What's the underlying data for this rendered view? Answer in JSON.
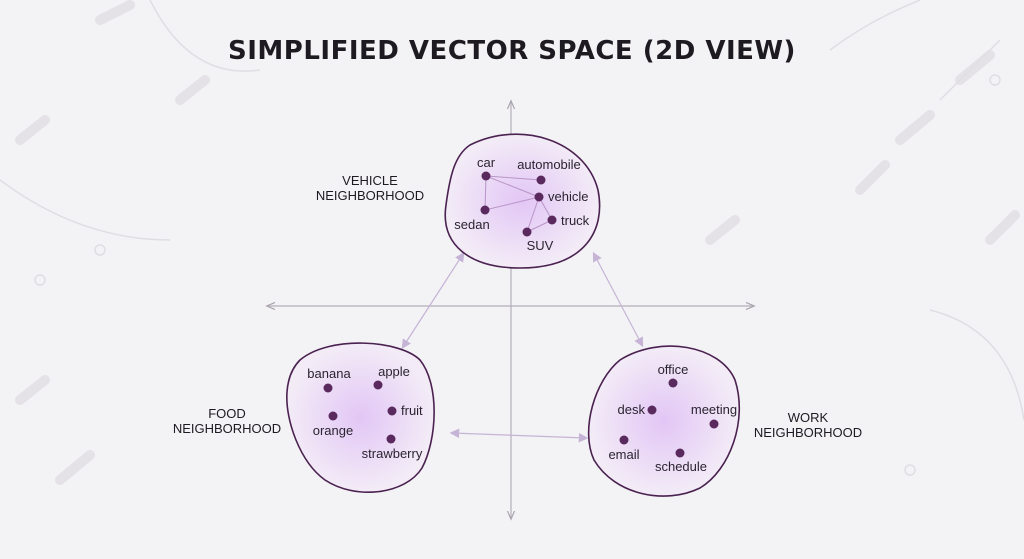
{
  "title": "SIMPLIFIED VECTOR SPACE (2D VIEW)",
  "colors": {
    "dot": "#5a2a5e",
    "outline": "#4a2150",
    "glow": "#d9b8f0",
    "axis": "#b5b0ba",
    "arrow": "#c6b4d6"
  },
  "neighborhoods": {
    "vehicle": {
      "label_line1": "VEHICLE",
      "label_line2": "NEIGHBORHOOD",
      "words": [
        "car",
        "automobile",
        "vehicle",
        "sedan",
        "truck",
        "SUV"
      ]
    },
    "food": {
      "label_line1": "FOOD",
      "label_line2": "NEIGHBORHOOD",
      "words": [
        "banana",
        "apple",
        "fruit",
        "orange",
        "strawberry"
      ]
    },
    "work": {
      "label_line1": "WORK",
      "label_line2": "NEIGHBORHOOD",
      "words": [
        "office",
        "desk",
        "meeting",
        "email",
        "schedule"
      ]
    }
  }
}
